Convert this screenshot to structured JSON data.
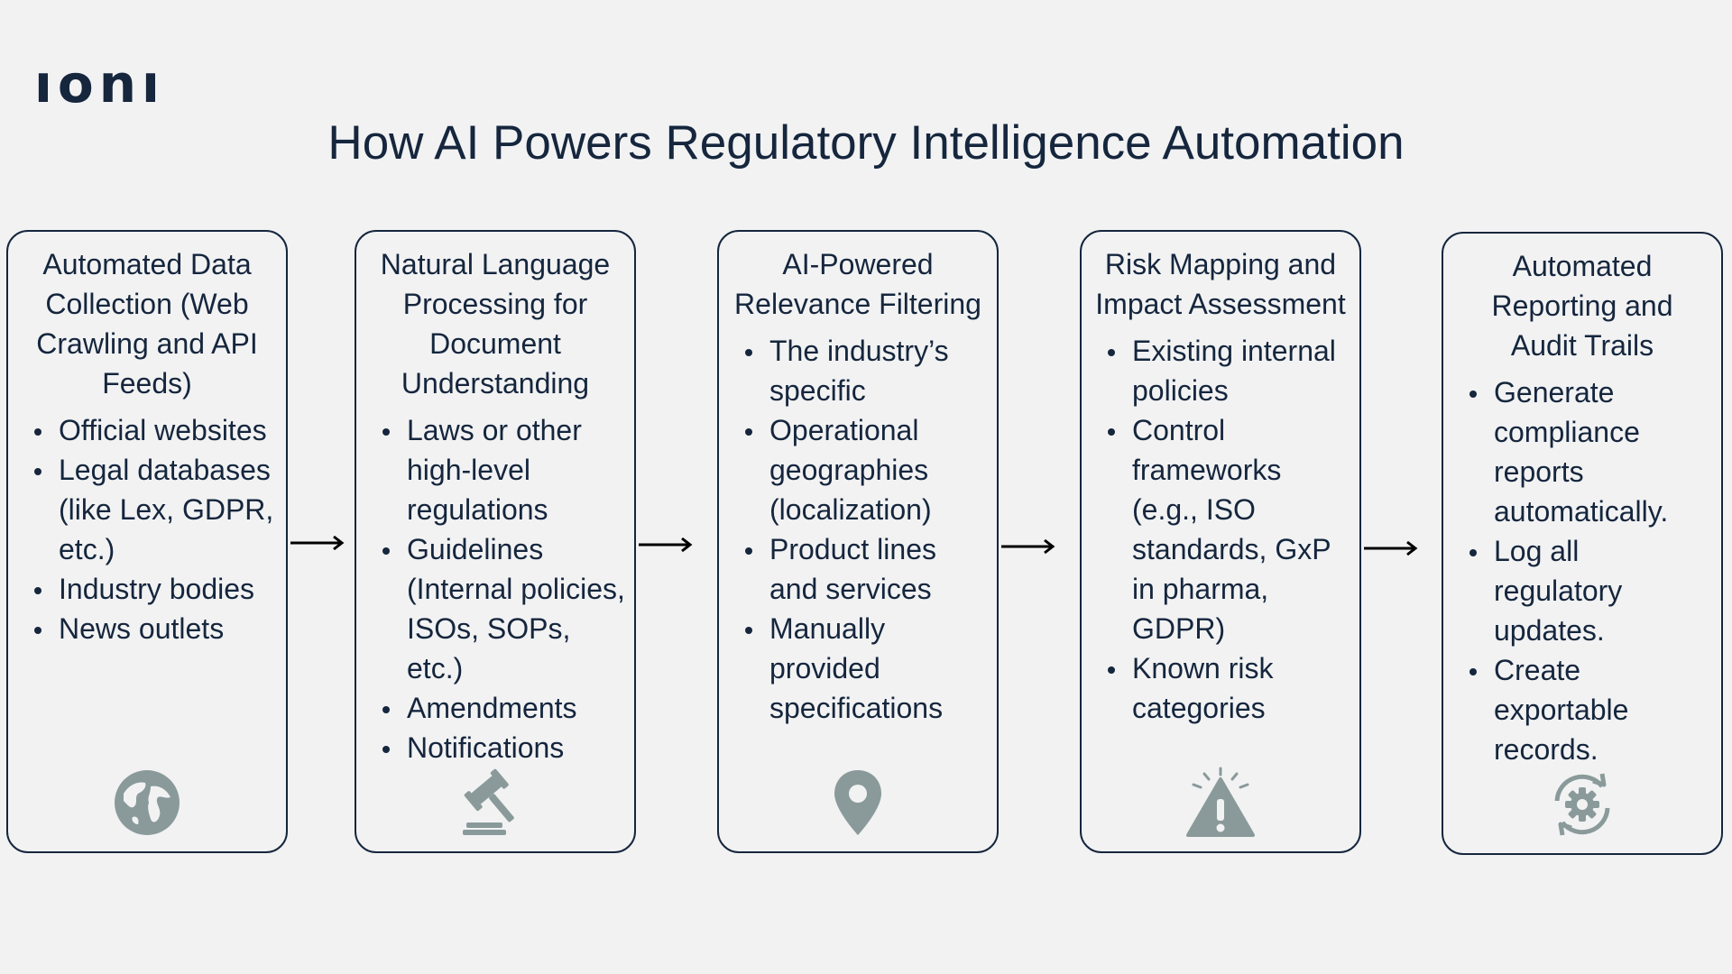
{
  "logo": {
    "text": "ıonı"
  },
  "title": "How AI Powers Regulatory Intelligence Automation",
  "colors": {
    "text": "#15263d",
    "icon": "#8a9a9a",
    "background": "#f2f2f3"
  },
  "steps": [
    {
      "title": "Automated Data Collection (Web Crawling and API Feeds)",
      "items": [
        "Official websites",
        "Legal databases (like Lex, GDPR, etc.)",
        "Industry bodies",
        "News outlets"
      ],
      "icon": "globe-icon"
    },
    {
      "title": "Natural Language Processing for Document Understanding",
      "items": [
        "Laws or other high-level regulations",
        "Guidelines (Internal policies, ISOs, SOPs, etc.)",
        "Amendments",
        "Notifications"
      ],
      "icon": "gavel-icon"
    },
    {
      "title": "AI-Powered Relevance Filtering",
      "items": [
        "The industry’s specific",
        "Operational geographies (localization)",
        "Product lines and services",
        "Manually provided specifications"
      ],
      "icon": "location-pin-icon"
    },
    {
      "title": "Risk Mapping and Impact Assessment",
      "items": [
        "Existing internal policies",
        "Control frameworks (e.g., ISO standards, GxP in pharma, GDPR)",
        "Known risk categories"
      ],
      "icon": "warning-icon"
    },
    {
      "title": "Automated Reporting and Audit Trails",
      "items": [
        "Generate compliance reports automatically.",
        "Log all regulatory updates.",
        "Create exportable records."
      ],
      "icon": "refresh-gear-icon"
    }
  ]
}
